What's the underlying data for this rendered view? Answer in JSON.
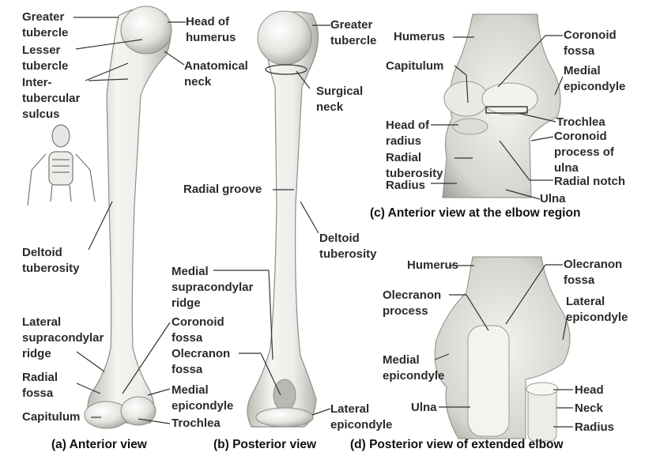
{
  "labels": {
    "a": {
      "greater_tubercle": "Greater\ntubercle",
      "lesser_tubercle": "Lesser\ntubercle",
      "intertubercular_sulcus": "Inter-\ntubercular\nsulcus",
      "head_of_humerus": "Head of\nhumerus",
      "anatomical_neck": "Anatomical\nneck",
      "deltoid_tuberosity": "Deltoid\ntuberosity",
      "lateral_supracondylar_ridge": "Lateral\nsupracondylar\nridge",
      "radial_fossa": "Radial\nfossa",
      "capitulum": "Capitulum",
      "coronoid_fossa": "Coronoid\nfossa",
      "medial_epicondyle": "Medial\nepicondyle",
      "trochlea": "Trochlea"
    },
    "b": {
      "greater_tubercle": "Greater\ntubercle",
      "surgical_neck": "Surgical\nneck",
      "radial_groove": "Radial groove",
      "deltoid_tuberosity": "Deltoid\ntuberosity",
      "medial_supracondylar_ridge": "Medial\nsupracondylar\nridge",
      "olecranon_fossa": "Olecranon\nfossa",
      "lateral_epicondyle": "Lateral\nepicondyle"
    },
    "c": {
      "humerus": "Humerus",
      "capitulum": "Capitulum",
      "head_of_radius": "Head of\nradius",
      "radial_tuberosity": "Radial\ntuberosity",
      "radius": "Radius",
      "coronoid_fossa": "Coronoid\nfossa",
      "medial_epicondyle": "Medial\nepicondyle",
      "trochlea": "Trochlea",
      "coronoid_process": "Coronoid\nprocess of\nulna",
      "radial_notch": "Radial notch",
      "ulna": "Ulna"
    },
    "d": {
      "humerus": "Humerus",
      "olecranon_process": "Olecranon\nprocess",
      "medial_epicondyle": "Medial\nepicondyle",
      "ulna": "Ulna",
      "olecranon_fossa": "Olecranon\nfossa",
      "lateral_epicondyle": "Lateral\nepicondyle",
      "head": "Head",
      "neck": "Neck",
      "radius": "Radius"
    }
  },
  "captions": {
    "a": "(a) Anterior view",
    "b": "(b) Posterior view",
    "c": "(c) Anterior view at the elbow region",
    "d": "(d) Posterior view of extended elbow"
  },
  "colors": {
    "bone_light": "#f1f1ee",
    "bone_mid": "#d2d2cc",
    "bone_dark": "#9a9a94",
    "leader": "#333333",
    "photo_bg": "#ffffff"
  }
}
